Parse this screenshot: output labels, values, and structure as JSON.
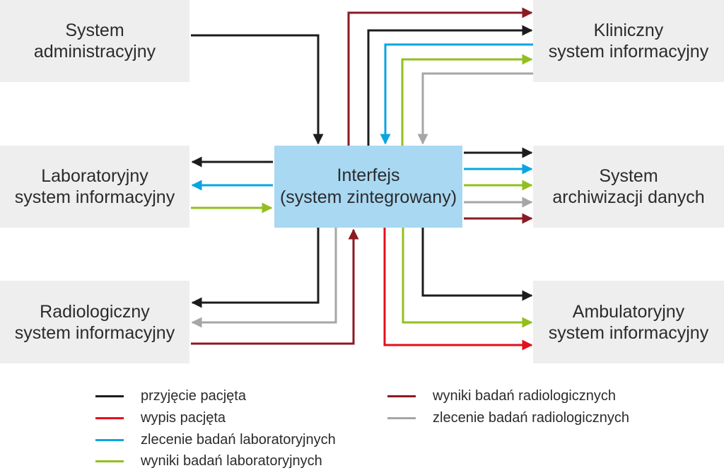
{
  "boxes": {
    "admin": "System\nadministracyjny",
    "lab": "Laboratoryjny\nsystem informacyjny",
    "radio": "Radiologiczny\nsystem informacyjny",
    "clinical": "Kliniczny\nsystem informacyjny",
    "archive": "System\narchiwizacji danych",
    "ambulatory": "Ambulatoryjny\nsystem informacyjny",
    "center": "Interfejs\n(system zintegrowany)"
  },
  "colors": {
    "black": "#1c1c1c",
    "red": "#e3101c",
    "blue": "#0aa5e0",
    "green": "#93bf1e",
    "dark_red": "#8b1a22",
    "gray": "#a6a6a6"
  },
  "legend": [
    {
      "label": "przyjęcie pacjęta",
      "color": "#1c1c1c"
    },
    {
      "label": "wypis pacjęta",
      "color": "#e3101c"
    },
    {
      "label": "zlecenie badań laboratoryjnych",
      "color": "#0aa5e0"
    },
    {
      "label": "wyniki badań laboratoryjnych",
      "color": "#93bf1e"
    },
    {
      "label": "wyniki badań radiologicznych",
      "color": "#8b1a22"
    },
    {
      "label": "zlecenie badań radiologicznych",
      "color": "#a6a6a6"
    }
  ]
}
